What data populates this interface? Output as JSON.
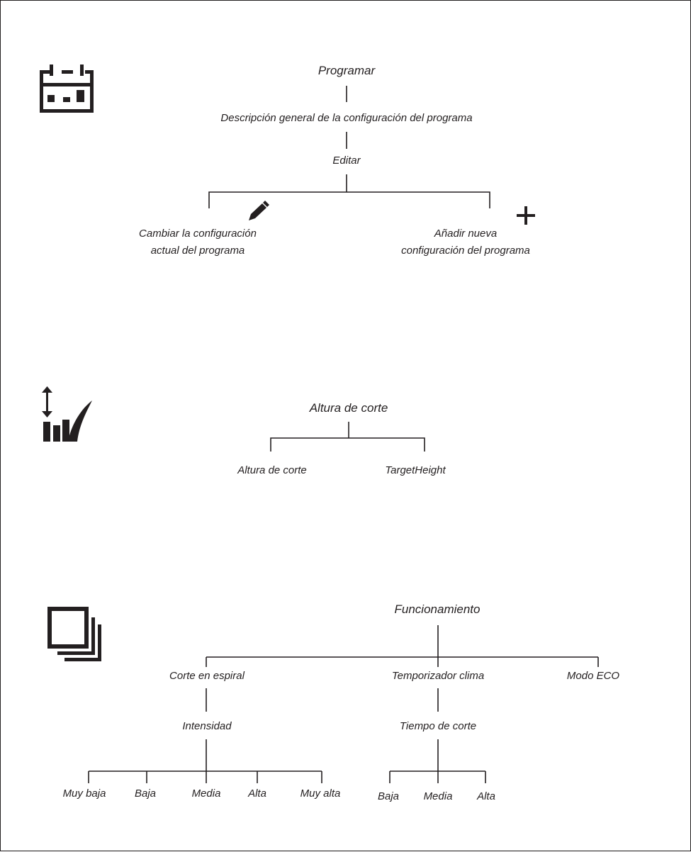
{
  "schedule": {
    "icon": "calendar-icon",
    "root": "Programar",
    "overview": "Descripción general de la configuración del programa",
    "edit": "Editar",
    "change_line1": "Cambiar la configuración",
    "change_line2": "actual del programa",
    "change_icon": "pencil-icon",
    "add_line1": "Añadir nueva",
    "add_line2": "configuración del programa",
    "add_icon": "plus-icon"
  },
  "cutting_height": {
    "icon": "cutting-height-icon",
    "root": "Altura de corte",
    "child_height": "Altura de corte",
    "child_target": "TargetHeight"
  },
  "operation": {
    "icon": "operation-icon",
    "root": "Funcionamiento",
    "spiral": "Corte en espiral",
    "intensity": "Intensidad",
    "intensity_levels": [
      "Muy baja",
      "Baja",
      "Media",
      "Alta",
      "Muy alta"
    ],
    "weather_timer": "Temporizador clima",
    "cut_time": "Tiempo de corte",
    "cut_time_levels": [
      "Baja",
      "Media",
      "Alta"
    ],
    "eco": "Modo ECO"
  }
}
